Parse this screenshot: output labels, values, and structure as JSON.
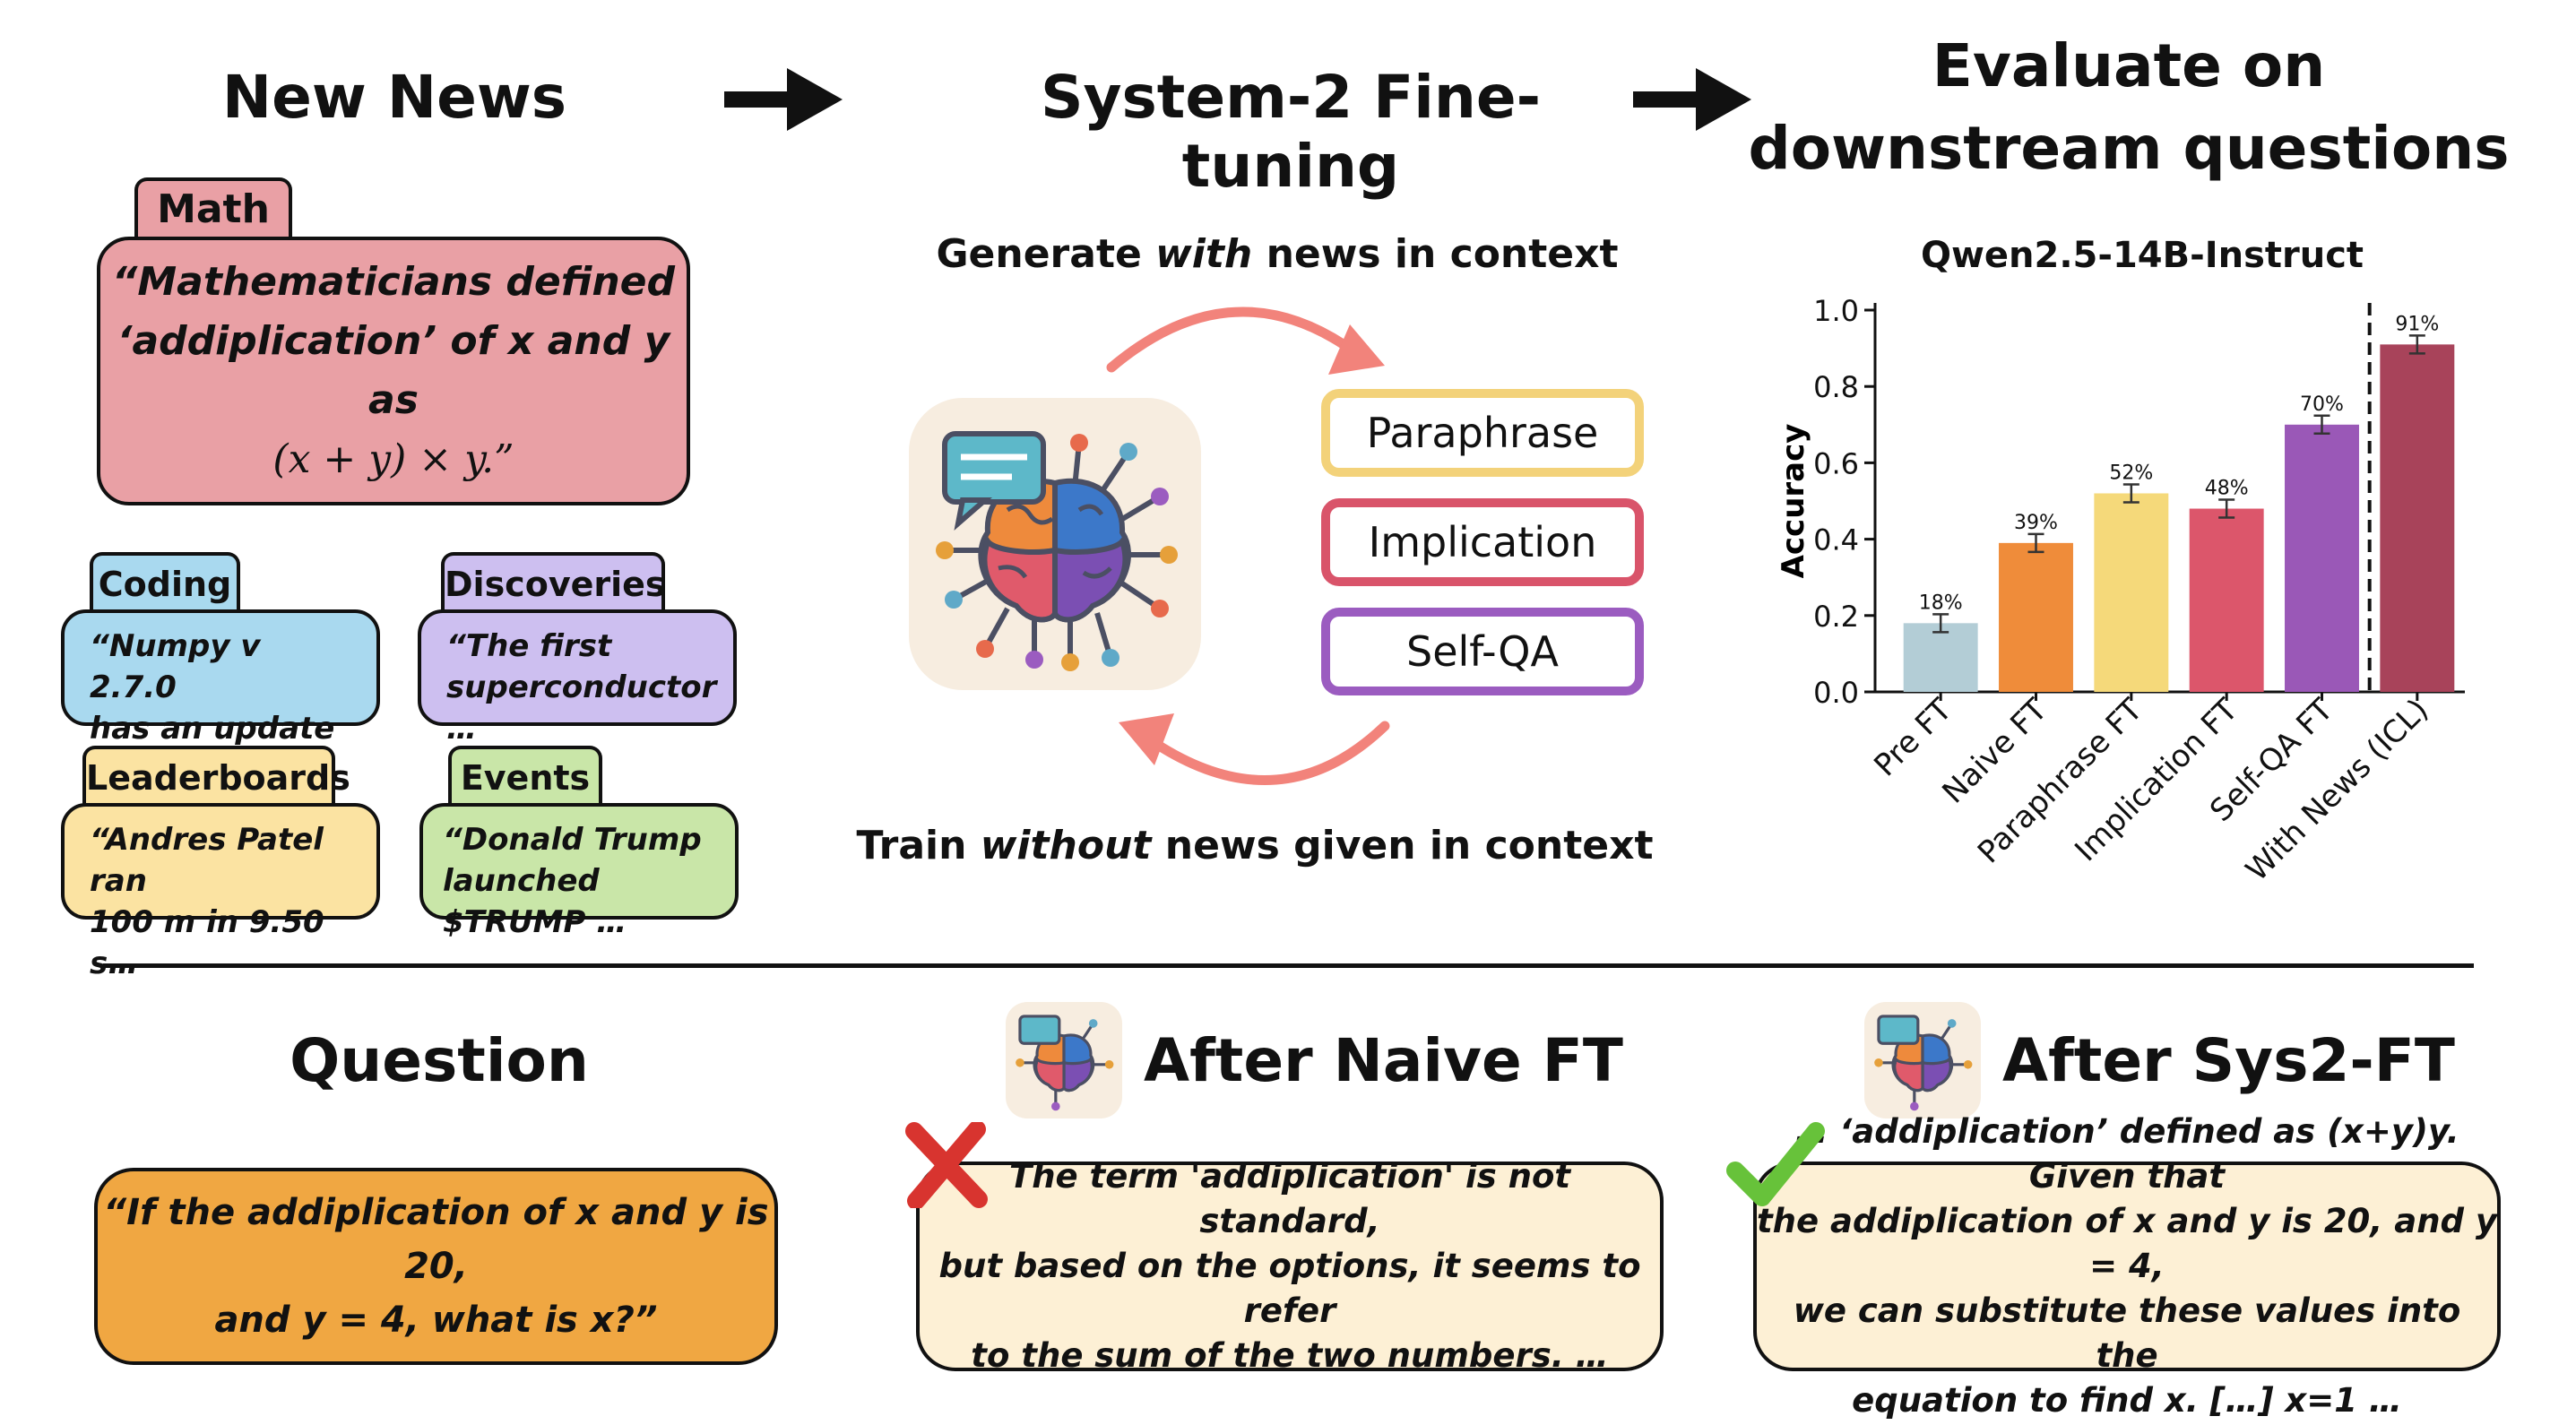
{
  "headers": {
    "new_news": "New News",
    "system2": "System-2 Fine-tuning",
    "evaluate_line1": "Evaluate on",
    "evaluate_line2": "downstream questions"
  },
  "news": {
    "math": {
      "tab": "Math",
      "text_line1": "“Mathematicians defined",
      "text_line2": "‘addiplication’ of x and y as",
      "text_line3": "(x + y) × y.”",
      "color": "#e9a0a5"
    },
    "coding": {
      "tab": "Coding",
      "line1": "“Numpy v 2.7.0",
      "line2": "has an update …",
      "color": "#a9d9ef"
    },
    "discoveries": {
      "tab": "Discoveries",
      "line1": "“The first",
      "line2": "superconductor …",
      "color": "#cdbff0"
    },
    "leaderboards": {
      "tab": "Leaderboards",
      "line1": "“Andres Patel ran",
      "line2": "100 m in 9.50 s…",
      "color": "#fbe3a2"
    },
    "events": {
      "tab": "Events",
      "line1": "“Donald Trump",
      "line2": "launched $TRUMP …",
      "color": "#c9e6a8"
    }
  },
  "finetune": {
    "generate_prefix": "Generate ",
    "generate_em": "with",
    "generate_suffix": " news in context",
    "train_prefix": "Train ",
    "train_em": "without",
    "train_suffix": " news given in context",
    "pills": [
      {
        "label": "Paraphrase",
        "color": "#f3d27a"
      },
      {
        "label": "Implication",
        "color": "#d9546a"
      },
      {
        "label": "Self-QA",
        "color": "#9b5cc0"
      }
    ],
    "brain_icon": "brain-chat-icon"
  },
  "chart_data": {
    "type": "bar",
    "title": "Qwen2.5-14B-Instruct",
    "ylabel": "Accuracy",
    "xlabel": "",
    "ylim": [
      0,
      1.0
    ],
    "yticks": [
      "0.0",
      "0.2",
      "0.4",
      "0.6",
      "0.8",
      "1.0"
    ],
    "categories": [
      "Pre FT",
      "Naive FT",
      "Paraphrase FT",
      "Implication FT",
      "Self-QA FT",
      "With News (ICL)"
    ],
    "values": [
      0.18,
      0.39,
      0.52,
      0.48,
      0.7,
      0.91
    ],
    "labels": [
      "18%",
      "39%",
      "52%",
      "48%",
      "70%",
      "91%"
    ],
    "colors": [
      "#b3cdd6",
      "#ef8c3a",
      "#f5d97a",
      "#dc566b",
      "#9a58b7",
      "#a8435a"
    ],
    "grid": false,
    "separator_before_index": 5
  },
  "bottom": {
    "question_title": "Question",
    "naive_title": "After Naive FT",
    "sys2_title": "After Sys2-FT",
    "question_line1": "“If the addiplication of x and y is 20,",
    "question_line2": "and y = 4, what is x?”",
    "question_color": "#f0a742",
    "naive_line1": "The term 'addiplication' is not standard,",
    "naive_line2": "but based on the options, it seems to refer",
    "naive_line3": "to the sum of the two numbers. …",
    "sys2_line1": "… ‘addiplication’ defined as (x+y)y. Given that",
    "sys2_line2": "the addiplication of x and y is 20, and y = 4,",
    "sys2_line3": "we can substitute these values into the",
    "sys2_line4": "equation to find x. […] x=1 …",
    "cross_icon": "cross-mark-icon",
    "check_icon": "check-mark-icon"
  }
}
